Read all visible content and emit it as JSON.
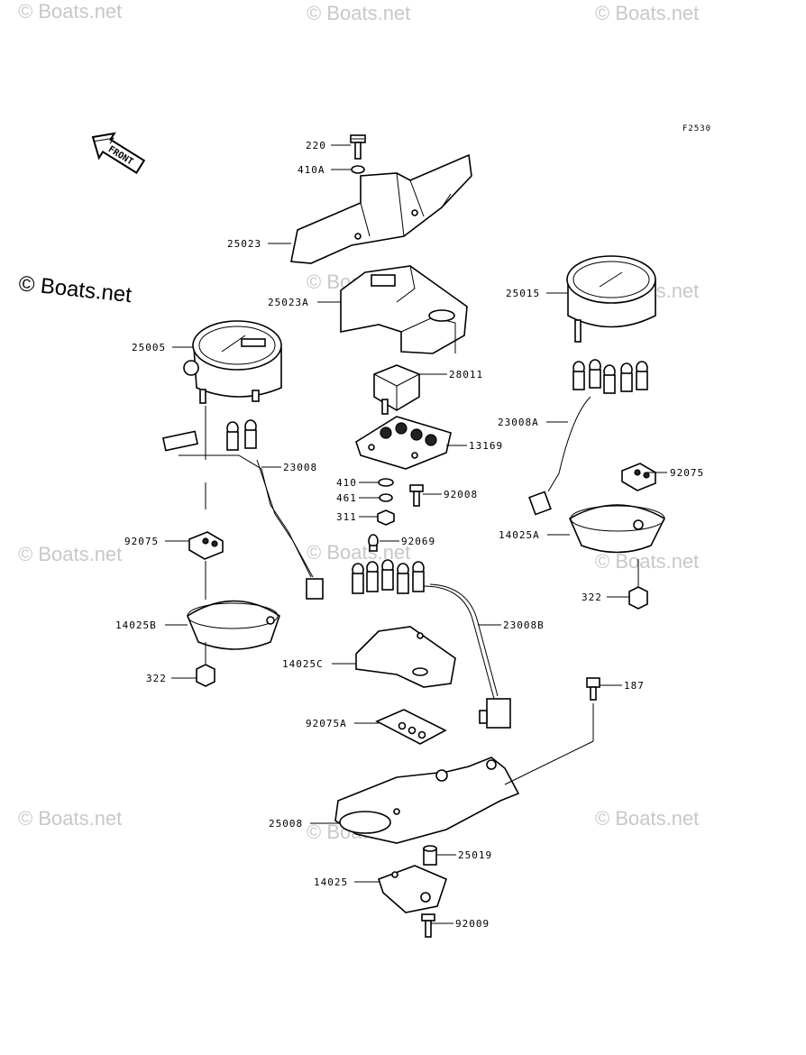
{
  "figure_code": "F2530",
  "front_label": "FRONT",
  "watermark": "© Boats.net",
  "copyright_mark": "© Boats.net",
  "parts": {
    "p220": "220",
    "p410A": "410A",
    "p25023": "25023",
    "p25023A": "25023A",
    "p25015": "25015",
    "p25005": "25005",
    "p28011": "28011",
    "p23008A": "23008A",
    "p13169": "13169",
    "p92075_r": "92075",
    "p23008": "23008",
    "p410": "410",
    "p461": "461",
    "p92008": "92008",
    "p311": "311",
    "p14025A": "14025A",
    "p92075_l": "92075",
    "p92069": "92069",
    "p322_r": "322",
    "p14025B": "14025B",
    "p23008B": "23008B",
    "p14025C": "14025C",
    "p322_l": "322",
    "p187": "187",
    "p92075A": "92075A",
    "p25008": "25008",
    "p25019": "25019",
    "p14025": "14025",
    "p92009": "92009"
  }
}
